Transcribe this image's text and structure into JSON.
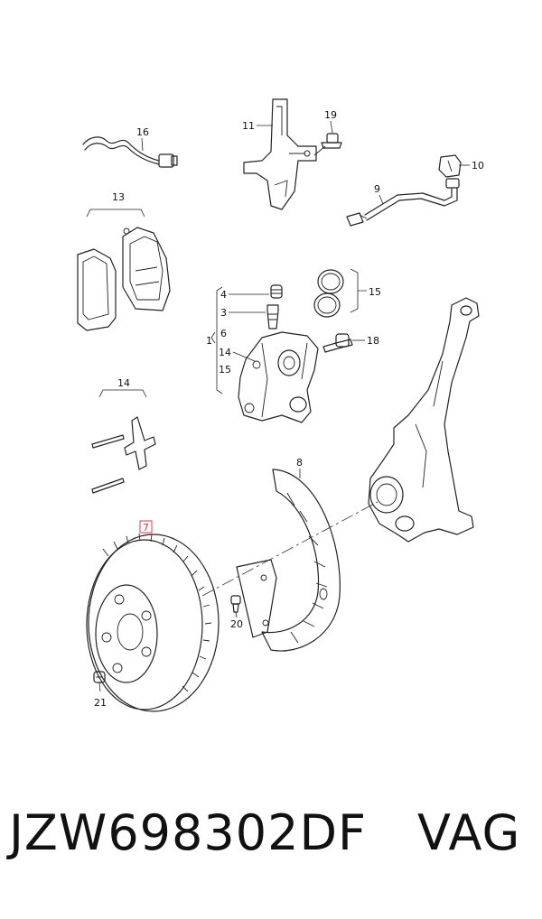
{
  "callouts": {
    "c1": "1",
    "c3": "3",
    "c4": "4",
    "c6": "6",
    "c7": "7",
    "c8": "8",
    "c9": "9",
    "c10": "10",
    "c11": "11",
    "c13": "13",
    "c14a": "14",
    "c14b": "14",
    "c15a": "15",
    "c15b": "15",
    "c16": "16",
    "c18": "18",
    "c19": "19",
    "c20": "20",
    "c21": "21"
  },
  "highlight_color": "#e3394a",
  "footer": {
    "part_number": "JZW698302DF",
    "brand": "VAG"
  }
}
